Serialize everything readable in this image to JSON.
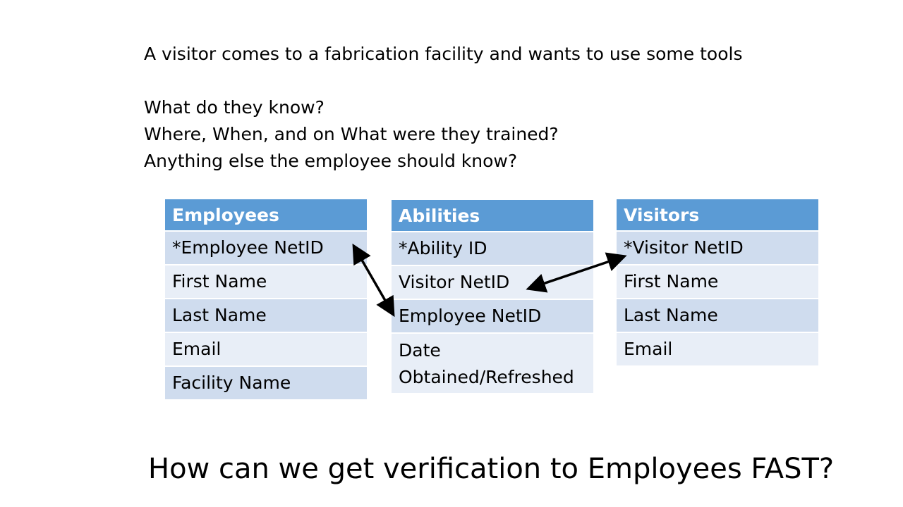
{
  "intro": {
    "line1": "A visitor comes to a fabrication facility and wants to use some tools",
    "line2": "What do they know?",
    "line3": "Where, When, and on What were they trained?",
    "line4": "Anything else the employee should know?"
  },
  "tables": {
    "employees": {
      "title": "Employees",
      "fields": [
        "*Employee NetID",
        "First Name",
        "Last Name",
        "Email",
        "Facility Name"
      ]
    },
    "abilities": {
      "title": "Abilities",
      "fields": [
        "*Ability ID",
        "Visitor NetID",
        "Employee NetID",
        "Date Obtained/Refreshed"
      ]
    },
    "visitors": {
      "title": "Visitors",
      "fields": [
        "*Visitor NetID",
        "First Name",
        "Last Name",
        "Email"
      ]
    }
  },
  "question": "How can we get verification to Employees FAST?"
}
